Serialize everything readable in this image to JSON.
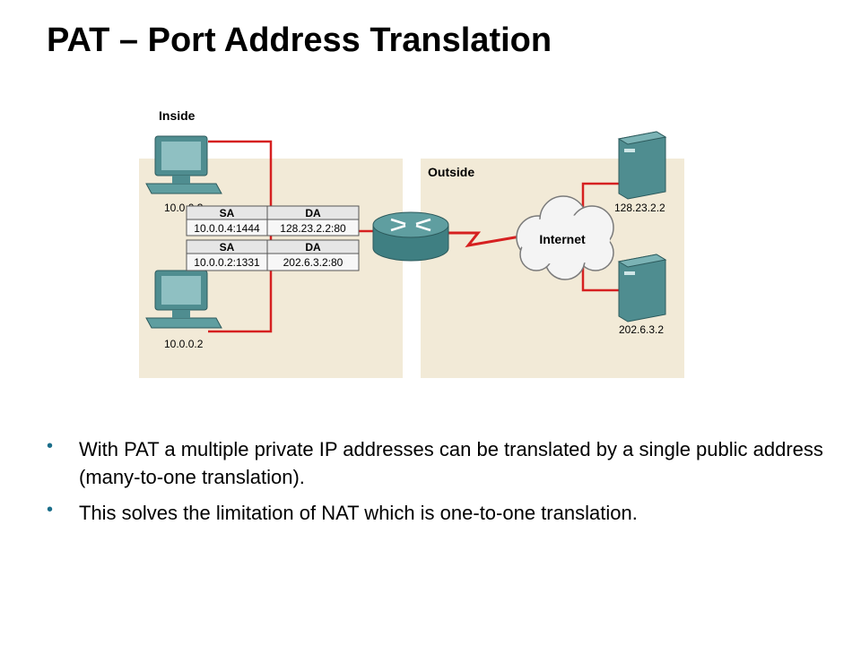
{
  "title": "PAT – Port Address Translation",
  "diagram": {
    "inside_label": "Inside",
    "outside_label": "Outside",
    "hosts": [
      {
        "ip": "10.0.0.3"
      },
      {
        "ip": "10.0.0.2"
      }
    ],
    "translation_tables": [
      {
        "headers": [
          "SA",
          "DA"
        ],
        "row": [
          "10.0.0.4:1444",
          "128.23.2.2:80"
        ]
      },
      {
        "headers": [
          "SA",
          "DA"
        ],
        "row": [
          "10.0.0.2:1331",
          "202.6.3.2:80"
        ]
      }
    ],
    "cloud_label": "Internet",
    "servers": [
      {
        "ip": "128.23.2.2"
      },
      {
        "ip": "202.6.3.2"
      }
    ]
  },
  "bullets": [
    "With PAT a multiple private IP addresses can be translated by a single public address (many-to-one translation).",
    "This solves the limitation of NAT which is one-to-one translation."
  ],
  "colors": {
    "zone_fill": "#f2ead7",
    "link": "#d62020",
    "device": "#4f8d90",
    "bullet": "#1b6e8a"
  },
  "icons": [
    "computer-icon",
    "router-icon",
    "cloud-icon",
    "server-icon"
  ]
}
